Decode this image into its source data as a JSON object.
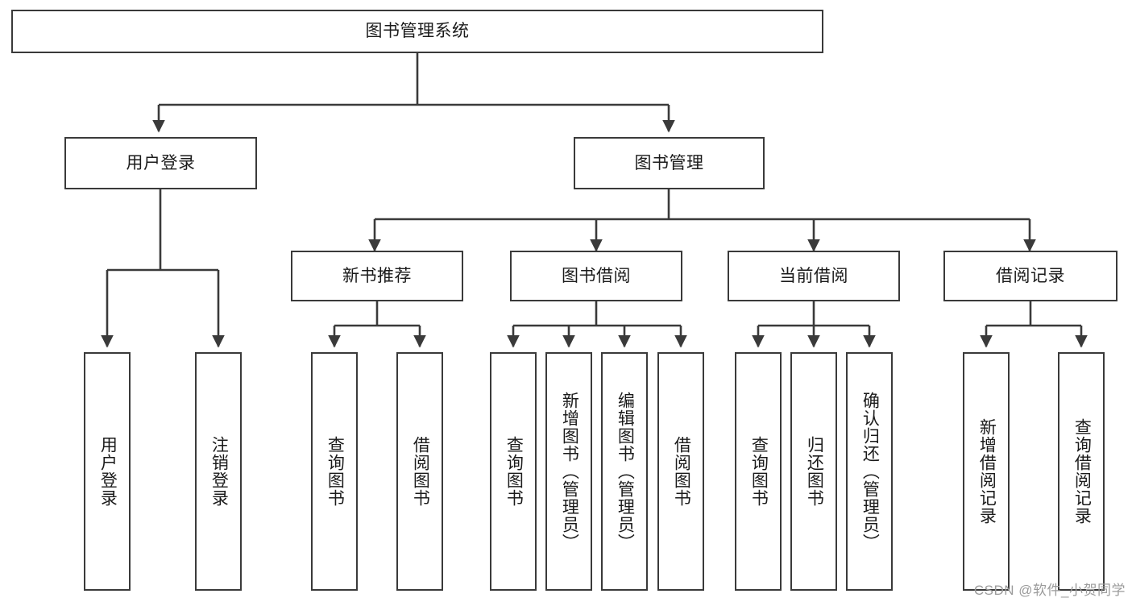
{
  "diagram": {
    "title": "图书管理系统",
    "type": "tree-hierarchy-diagram",
    "colors": {
      "background": "#ffffff",
      "node_border": "#3a3a3a",
      "node_fill": "#ffffff",
      "text": "#1b1b1b",
      "edge": "#3a3a3a",
      "watermark": "#9b9b9b"
    },
    "root": {
      "label": "图书管理系统"
    },
    "level2": [
      {
        "id": "user-login",
        "label": "用户登录"
      },
      {
        "id": "book-management",
        "label": "图书管理"
      }
    ],
    "level3": [
      {
        "id": "new-book-recommend",
        "label": "新书推荐",
        "parent": "book-management"
      },
      {
        "id": "book-borrow",
        "label": "图书借阅",
        "parent": "book-management"
      },
      {
        "id": "current-borrow",
        "label": "当前借阅",
        "parent": "book-management"
      },
      {
        "id": "borrow-record",
        "label": "借阅记录",
        "parent": "book-management"
      }
    ],
    "leaves": [
      {
        "id": "leaf-user-login",
        "label": "用户登录",
        "parent": "user-login"
      },
      {
        "id": "leaf-logout-login",
        "label": "注销登录",
        "parent": "user-login"
      },
      {
        "id": "leaf-query-book-1",
        "label": "查询图书",
        "parent": "new-book-recommend"
      },
      {
        "id": "leaf-borrow-book-1",
        "label": "借阅图书",
        "parent": "new-book-recommend"
      },
      {
        "id": "leaf-query-book-2",
        "label": "查询图书",
        "parent": "book-borrow"
      },
      {
        "id": "leaf-add-book",
        "label": "新增图书（管理员）",
        "parent": "book-borrow"
      },
      {
        "id": "leaf-edit-book",
        "label": "编辑图书（管理员）",
        "parent": "book-borrow"
      },
      {
        "id": "leaf-borrow-book-2",
        "label": "借阅图书",
        "parent": "book-borrow"
      },
      {
        "id": "leaf-query-book-3",
        "label": "查询图书",
        "parent": "current-borrow"
      },
      {
        "id": "leaf-return-book",
        "label": "归还图书",
        "parent": "current-borrow"
      },
      {
        "id": "leaf-confirm-return",
        "label": "确认归还（管理员）",
        "parent": "current-borrow"
      },
      {
        "id": "leaf-add-record",
        "label": "新增借阅记录",
        "parent": "borrow-record"
      },
      {
        "id": "leaf-query-record",
        "label": "查询借阅记录",
        "parent": "borrow-record"
      }
    ],
    "watermark": "CSDN @软件_小贺同学"
  }
}
